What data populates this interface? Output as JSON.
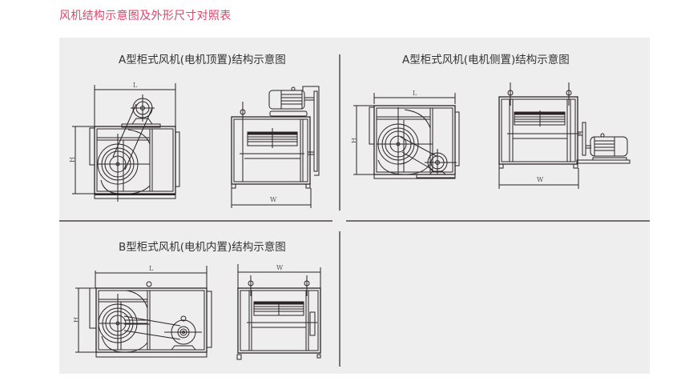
{
  "page": {
    "title": "风机结构示意图及外形尺寸对照表"
  },
  "colors": {
    "title": "#e0446a",
    "panel_bg": "#eeeeee",
    "line": "#2b2325",
    "caption": "#333333"
  },
  "diagrams": [
    {
      "caption": "A型柜式风机(电机顶置)结构示意图",
      "views": [
        {
          "name": "side-view",
          "labels": {
            "length": "L",
            "height": "H"
          }
        },
        {
          "name": "front-view",
          "labels": {
            "width": "W"
          }
        }
      ]
    },
    {
      "caption": "A型柜式风机(电机侧置)结构示意图",
      "views": [
        {
          "name": "side-view",
          "labels": {
            "length": "L",
            "height": "H"
          }
        },
        {
          "name": "front-view",
          "labels": {
            "width": "W"
          }
        }
      ]
    },
    {
      "caption": "B型柜式风机(电机内置)结构示意图",
      "views": [
        {
          "name": "side-view",
          "labels": {
            "length": "L",
            "height": "H"
          }
        },
        {
          "name": "front-view",
          "labels": {
            "width": "W"
          }
        }
      ]
    }
  ]
}
